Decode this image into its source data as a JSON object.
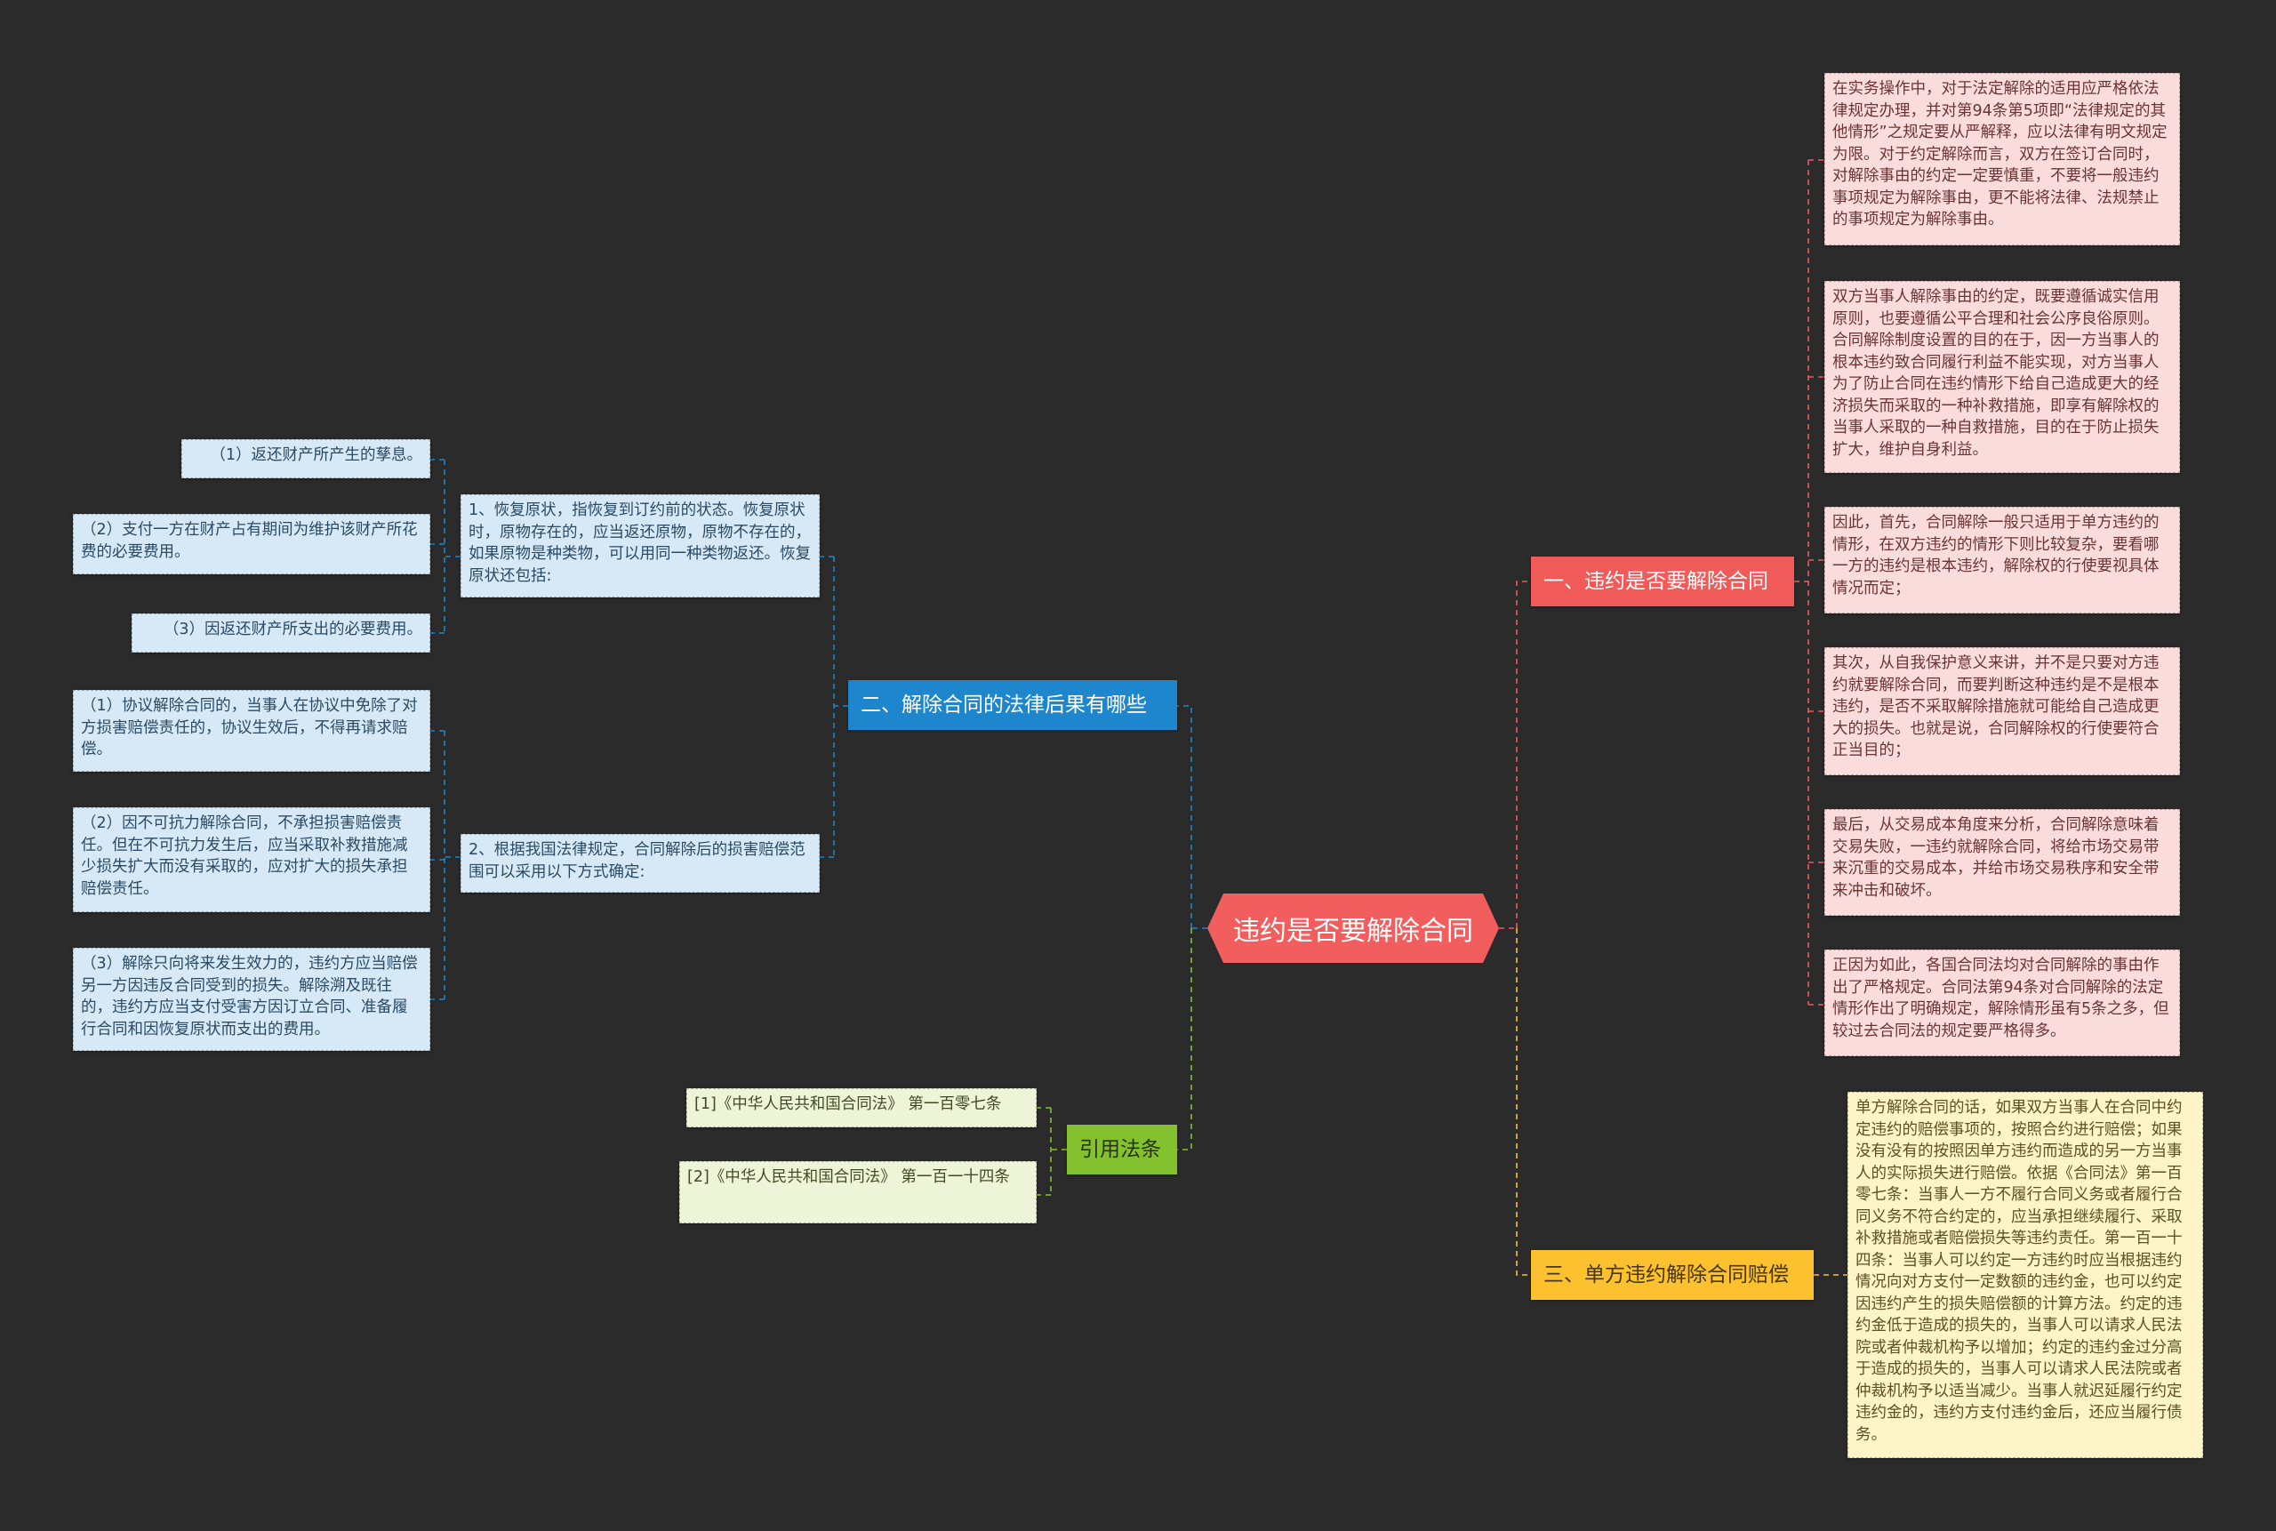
{
  "center": {
    "title": "违约是否要解除合同"
  },
  "branches": {
    "b1": "一、违约是否要解除合同",
    "b2": "二、解除合同的法律后果有哪些",
    "b3": "三、单方违约解除合同赔偿",
    "b4": "引用法条"
  },
  "right_cards": [
    "在实务操作中，对于法定解除的适用应严格依法律规定办理，并对第94条第5项即“法律规定的其他情形”之规定要从严解释，应以法律有明文规定为限。对于约定解除而言，双方在签订合同时，对解除事由的约定一定要慎重，不要将一般违约事项规定为解除事由，更不能将法律、法规禁止的事项规定为解除事由。",
    "双方当事人解除事由的约定，既要遵循诚实信用原则，也要遵循公平合理和社会公序良俗原则。合同解除制度设置的目的在于，因一方当事人的根本违约致合同履行利益不能实现，对方当事人为了防止合同在违约情形下给自己造成更大的经济损失而采取的一种补救措施，即享有解除权的当事人采取的一种自救措施，目的在于防止损失扩大，维护自身利益。",
    "因此，首先，合同解除一般只适用于单方违约的情形，在双方违约的情形下则比较复杂，要看哪一方的违约是根本违约，解除权的行使要视具体情况而定；",
    "其次，从自我保护意义来讲，并不是只要对方违约就要解除合同，而要判断这种违约是不是根本违约，是否不采取解除措施就可能给自己造成更大的损失。也就是说，合同解除权的行使要符合正当目的；",
    "最后，从交易成本角度来分析，合同解除意味着交易失败，一违约就解除合同，将给市场交易带来沉重的交易成本，并给市场交易秩序和安全带来冲击和破坏。",
    "正因为如此，各国合同法均对合同解除的事由作出了严格规定。合同法第94条对合同解除的法定情形作出了明确规定，解除情形虽有5条之多，但较过去合同法的规定要严格得多。"
  ],
  "b3_card": "单方解除合同的话，如果双方当事人在合同中约定违约的赔偿事项的，按照合约进行赔偿；如果没有没有的按照因单方违约而造成的另一方当事人的实际损失进行赔偿。依据《合同法》第一百零七条：当事人一方不履行合同义务或者履行合同义务不符合约定的，应当承担继续履行、采取补救措施或者赔偿损失等违约责任。第一百一十四条：当事人可以约定一方违约时应当根据违约情况向对方支付一定数额的违约金，也可以约定因违约产生的损失赔偿额的计算方法。约定的违约金低于造成的损失的，当事人可以请求人民法院或者仲裁机构予以增加；约定的违约金过分高于造成的损失的，当事人可以请求人民法院或者仲裁机构予以适当减少。当事人就迟延履行约定违约金的，违约方支付违约金后，还应当履行债务。",
  "b2_mid": [
    "1、恢复原状，指恢复到订约前的状态。恢复原状时，原物存在的，应当返还原物，原物不存在的，如果原物是种类物，可以用同一种类物返还。恢复原状还包括:",
    "2、根据我国法律规定，合同解除后的损害赔偿范围可以采用以下方式确定:"
  ],
  "b2_leaves": [
    "（1）返还财产所产生的孳息。",
    "（2）支付一方在财产占有期间为维护该财产所花费的必要费用。",
    "（3）因返还财产所支出的必要费用。",
    "（1）协议解除合同的，当事人在协议中免除了对方损害赔偿责任的，协议生效后，不得再请求赔偿。",
    "（2）因不可抗力解除合同，不承担损害赔偿责任。但在不可抗力发生后，应当采取补救措施减少损失扩大而没有采取的，应对扩大的损失承担赔偿责任。",
    "（3）解除只向将来发生效力的，违约方应当赔偿另一方因违反合同受到的损失。解除溯及既往的，违约方应当支付受害方因订立合同、准备履行合同和因恢复原状而支出的费用。"
  ],
  "laws": [
    "[1]《中华人民共和国合同法》 第一百零七条",
    "[2]《中华人民共和国合同法》 第一百一十四条"
  ],
  "colors": {
    "background": "#2b2b2b",
    "center": "#f25d5d",
    "red": "#f05a59",
    "blue": "#1e86cc",
    "green": "#84c12f",
    "yellow": "#fbc12f"
  }
}
